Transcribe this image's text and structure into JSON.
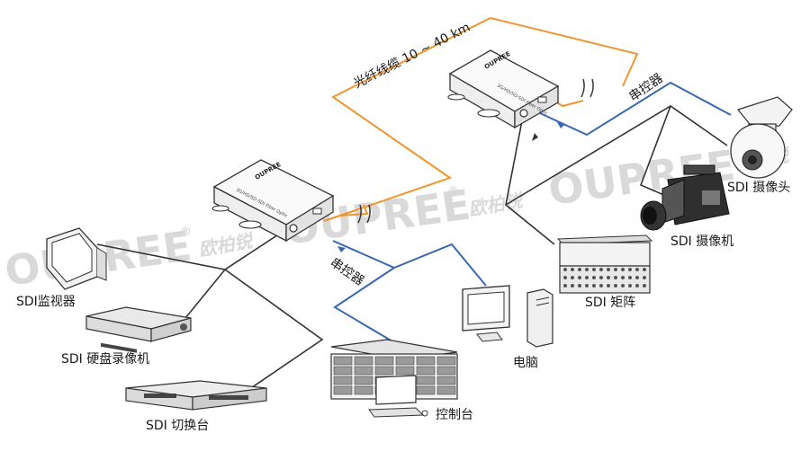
{
  "watermark": {
    "brand_text": "OUPREE",
    "brand_cn": "欧柏锐",
    "registered_mark": "®"
  },
  "links": {
    "fiber_label": "光纤线缆 10 ~ 40 km",
    "serial_right": "串控器",
    "serial_left": "串控器"
  },
  "devices": {
    "transmitter": {
      "logo": "OUPREE",
      "model": "3G/HD/SD-SDI Fiber Optic"
    },
    "receiver": {
      "logo": "OUPREE",
      "model": "3G/HD/SD-SDI Fiber Optic"
    },
    "ptz_camera": "SDI 摄像头",
    "camcorder": "SDI 摄像机",
    "matrix": "SDI 矩阵",
    "monitor": "SDI监视器",
    "dvr": "SDI 硬盘录像机",
    "switcher": "SDI 切换台",
    "computer": "电脑",
    "console": "控制台"
  },
  "colors": {
    "fiber": "#f0952e",
    "serial": "#3a68b0",
    "sdi": "#333333",
    "watermark": "#cfcfcf"
  }
}
